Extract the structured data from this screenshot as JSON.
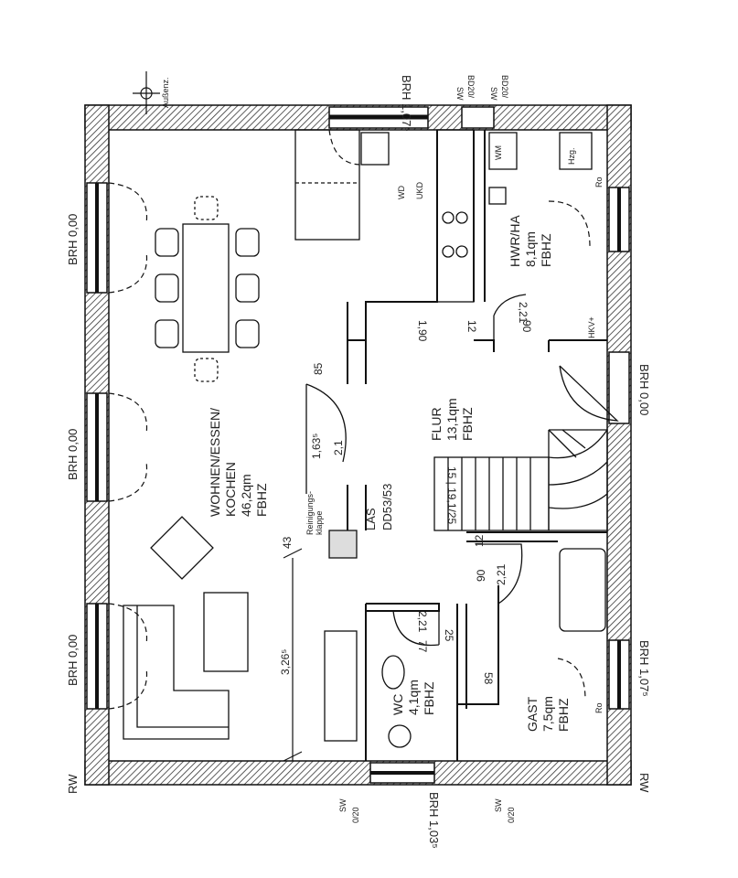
{
  "rooms": {
    "wohnen": {
      "name_1": "WOHNEN/ESSEN/",
      "name_2": "KOCHEN",
      "area": "46,2qm",
      "heating": "FBHZ"
    },
    "flur": {
      "name": "FLUR",
      "area": "13,1qm",
      "heating": "FBHZ"
    },
    "hwr": {
      "name": "HWR/HA",
      "area": "8,1qm",
      "heating": "FBHZ"
    },
    "wc": {
      "name": "WC",
      "area": "4,1qm",
      "heating": "FBHZ"
    },
    "gast": {
      "name": "GAST",
      "area": "7,5qm",
      "heating": "FBHZ"
    }
  },
  "labels": {
    "brh_top": "BRH 1,07⁵",
    "brh_left_1": "BRH 0,00",
    "brh_left_2": "BRH 0,00",
    "brh_left_3": "BRH 0,00",
    "brh_right_door": "BRH 0,00",
    "brh_right_gast": "BRH 1,07⁵",
    "brh_bottom": "BRH 1,03⁵",
    "sw_top_1": "SW",
    "sw_top_1b": "BD20/",
    "sw_top_2": "SW",
    "sw_top_2b": "BD20/",
    "sw_bottom_1": "SW",
    "sw_bottom_1b": "0/20",
    "sw_bottom_2": "SW",
    "sw_bottom_2b": "0/20",
    "rw_left": "RW",
    "rw_right": "RW",
    "wm": "WM",
    "hzg": "Hzg.",
    "wd": "WD",
    "ukd": "UKD",
    "hkv": "HKV+",
    "las": "LAS",
    "dd": "DD53/53",
    "reinigung_1": "Reinigungs-",
    "reinigung_2": "klappe",
    "aussen": "Außenz.",
    "ro_1": "Ro",
    "ro_2": "Ro"
  },
  "dimensions": {
    "d_85": "85",
    "d_43": "43",
    "d_326": "3,26⁵",
    "d_163": "1,63⁵",
    "d_21a": "2,1",
    "d_221_hwr": "2,21",
    "d_90_hwr": "90",
    "d_190": "1,90",
    "d_12": "12",
    "d_90_gast": "90",
    "d_221_gast": "2,21",
    "d_221_wc": "2,21",
    "d_77": "77",
    "d_25": "25",
    "d_58": "58",
    "d_12b": "12",
    "stairs": "15 | 19,1/25"
  }
}
